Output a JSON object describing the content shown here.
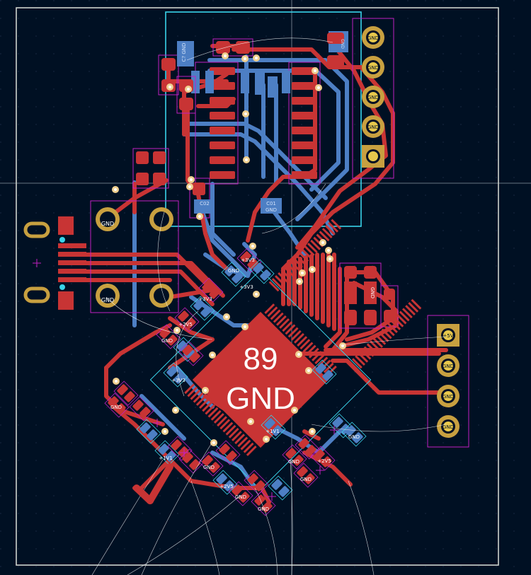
{
  "colors": {
    "background": "#001023",
    "front_copper": "#c83434",
    "back_copper": "#4d7fc4",
    "pad_gold": "#c8a040",
    "pad_hole": "#e8c84c",
    "courtyard": "#c21fc2",
    "edge_cuts": "#d0d2cd",
    "fab_outline": "#3ad3e9",
    "ratsnest": "#ffffff",
    "via": "#f0d090"
  },
  "icons": {
    "plus_marker": "plus-marker-icon",
    "crosshair": "crosshair-icon"
  },
  "main_chip": {
    "pin_count": "89",
    "net": "GND"
  },
  "connectors": {
    "top_header": [
      "GND",
      "GND",
      "GND",
      "GND"
    ],
    "right_header": [
      "+5V",
      "GND",
      "GND",
      "GND"
    ],
    "usb_mount_holes": [
      "GND",
      "GND"
    ]
  },
  "labels": {
    "cap_top_left": "C? GND",
    "cap_c02": "C02",
    "cap_c01": "C01",
    "cap_gnd_top": "GND",
    "pad_3v3_a": "+3V3",
    "pad_3v3_b": "+3V3",
    "pad_3v3_c": "+3V3",
    "pad_3v3_d": "+3V3",
    "pad_gnd_a": "GND",
    "pad_gnd_b": "GND",
    "pad_gnd_c": "GND",
    "pad_gnd_d": "GND",
    "pad_gnd_e": "GND",
    "pad_gnd_f": "GND",
    "pad_gnd_g": "GND",
    "pad_1v1_a": "+1V1",
    "pad_1v1_b": "+1V1",
    "pad_2v5_a": "+2V5",
    "pad_2v5_b": "+2V5",
    "pad_2v5_c": "+2V5",
    "pad_gnd_h": "GND",
    "pad_gnd_i": "GND",
    "pad_gnd_j": "GND",
    "pad_gnd_k": "GND"
  }
}
